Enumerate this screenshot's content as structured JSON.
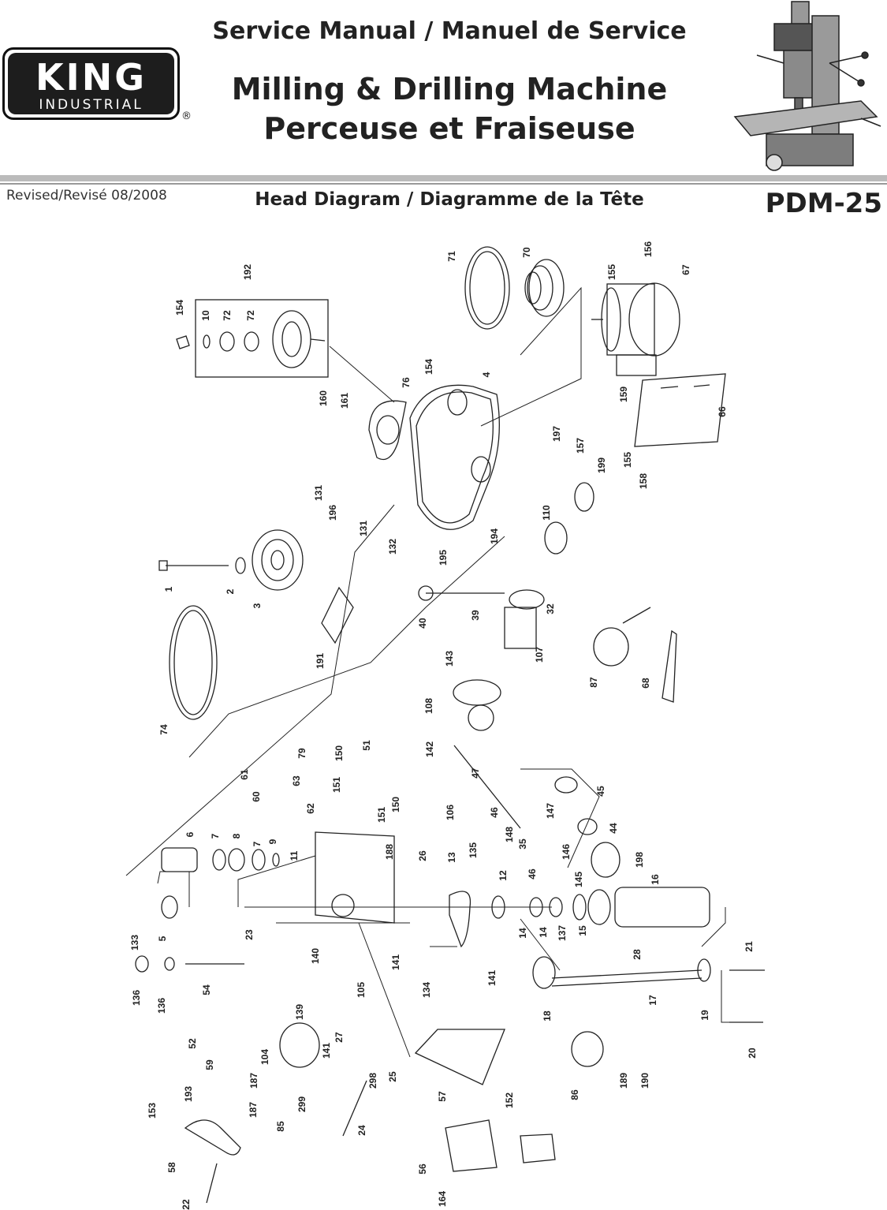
{
  "header": {
    "brand": "KING",
    "brand_sub": "INDUSTRIAL",
    "registered": "®",
    "service_manual": "Service Manual / Manuel de Service",
    "title_line1": "Milling & Drilling Machine",
    "title_line2": "Perceuse et Fraiseuse",
    "revised": "Revised/Revisé 08/2008",
    "subheading": "Head Diagram / Diagramme de la Tête",
    "model": "PDM-25"
  },
  "part_labels": [
    "154",
    "10",
    "72",
    "72",
    "192",
    "71",
    "70",
    "156",
    "155",
    "67",
    "76",
    "154",
    "4",
    "160",
    "161",
    "159",
    "197",
    "66",
    "157",
    "155",
    "158",
    "131",
    "196",
    "199",
    "131",
    "132",
    "110",
    "194",
    "195",
    "1",
    "2",
    "3",
    "40",
    "39",
    "32",
    "191",
    "74",
    "107",
    "143",
    "87",
    "68",
    "108",
    "79",
    "61",
    "150",
    "51",
    "142",
    "63",
    "60",
    "62",
    "151",
    "47",
    "150",
    "151",
    "106",
    "46",
    "147",
    "45",
    "6",
    "7",
    "8",
    "7",
    "9",
    "11",
    "188",
    "148",
    "35",
    "44",
    "26",
    "13",
    "135",
    "146",
    "198",
    "46",
    "12",
    "145",
    "16",
    "133",
    "5",
    "23",
    "14",
    "14",
    "137",
    "15",
    "136",
    "136",
    "54",
    "141",
    "134",
    "141",
    "28",
    "21",
    "140",
    "18",
    "17",
    "19",
    "52",
    "139",
    "105",
    "59",
    "104",
    "27",
    "141",
    "20",
    "187",
    "193",
    "299",
    "25",
    "298",
    "153",
    "187",
    "85",
    "57",
    "152",
    "86",
    "189",
    "190",
    "58",
    "24",
    "56",
    "22",
    "164"
  ]
}
